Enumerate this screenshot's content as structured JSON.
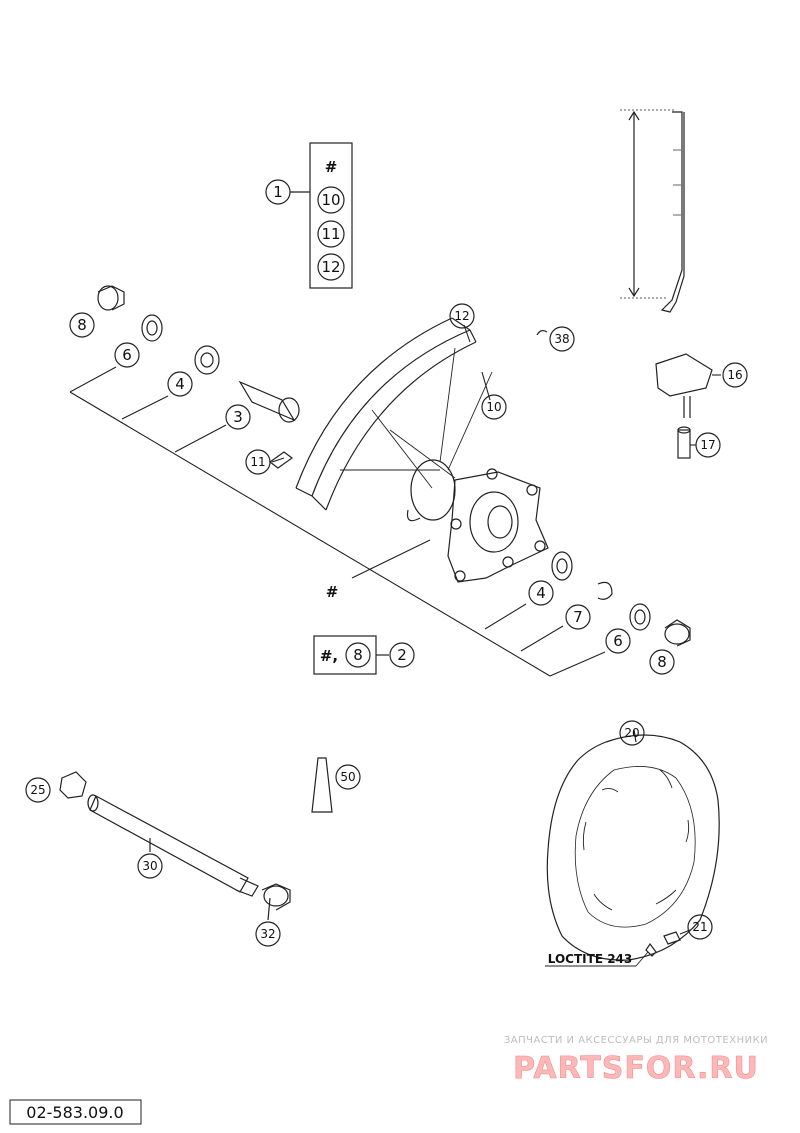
{
  "callouts": {
    "c1": "1",
    "c2": "2",
    "c3": "3",
    "c4a": "4",
    "c4b": "4",
    "c6a": "6",
    "c6b": "6",
    "c7": "7",
    "c8a": "8",
    "c8b": "8",
    "c10": "10",
    "c11": "11",
    "c12": "12",
    "c16": "16",
    "c17": "17",
    "c20": "20",
    "c21": "21",
    "c25": "25",
    "c30": "30",
    "c32": "32",
    "c38": "38",
    "c50": "50"
  },
  "kit1": {
    "hash": "#",
    "items": [
      "10",
      "11",
      "12"
    ]
  },
  "kit2": {
    "hash": "#,",
    "item": "8"
  },
  "hash_label": "#",
  "loctite": "LOCTITE 243",
  "watermark": {
    "line1": "ЗАПЧАСТИ И АКСЕССУАРЫ ДЛЯ МОТОТЕХНИКИ",
    "line2": "PARTSFOR.RU"
  },
  "doc_number": "02-583.09.0"
}
